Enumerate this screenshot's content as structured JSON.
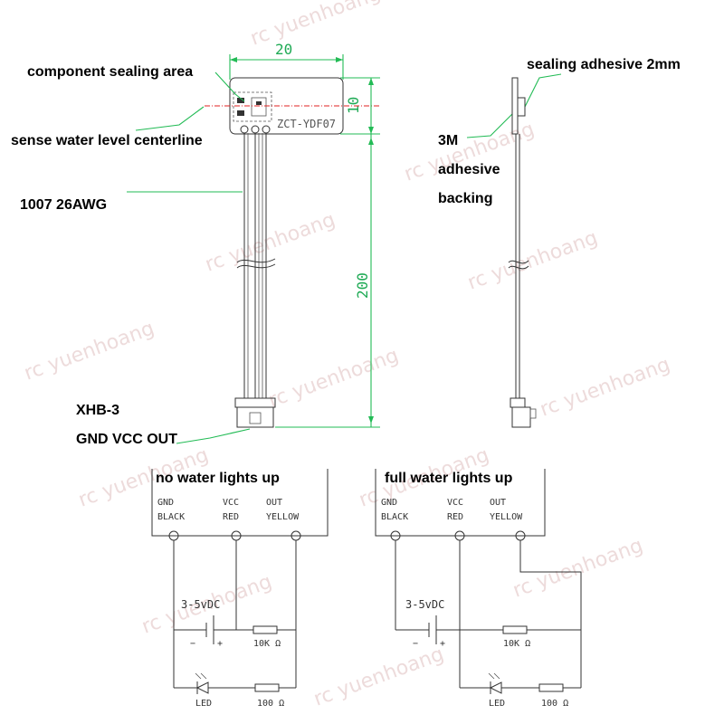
{
  "top_diagram": {
    "dim_width": "20",
    "dim_height": "10",
    "dim_length": "200",
    "pcb_label": "ZCT-YDF07",
    "callouts": {
      "sealing_area": "component sealing area",
      "centerline": "sense water level centerline",
      "wire": "1007 26AWG",
      "connector": "XHB-3",
      "pinout": "GND VCC OUT",
      "sealing_adhesive": "sealing adhesive  2mm",
      "backing_1": "3M",
      "backing_2": "adhesive",
      "backing_3": "backing"
    }
  },
  "circuits": [
    {
      "title": "no water lights up",
      "pins": [
        {
          "name": "GND",
          "color": "BLACK"
        },
        {
          "name": "VCC",
          "color": "RED"
        },
        {
          "name": "OUT",
          "color": "YELLOW"
        }
      ],
      "supply": "3-5vDC",
      "minus": "−",
      "plus": "+",
      "resistor_1": "10K Ω",
      "led": "LED",
      "resistor_2": "100 Ω"
    },
    {
      "title": "full water lights up",
      "pins": [
        {
          "name": "GND",
          "color": "BLACK"
        },
        {
          "name": "VCC",
          "color": "RED"
        },
        {
          "name": "OUT",
          "color": "YELLOW"
        }
      ],
      "supply": "3-5vDC",
      "minus": "−",
      "plus": "+",
      "resistor_1": "10K Ω",
      "led": "LED",
      "resistor_2": "100 Ω"
    }
  ],
  "watermark": "rc yuenhoang",
  "colors": {
    "dimension_lines": "#22bb55",
    "centerline": "#e02020",
    "watermark": "#e8d0d0"
  }
}
